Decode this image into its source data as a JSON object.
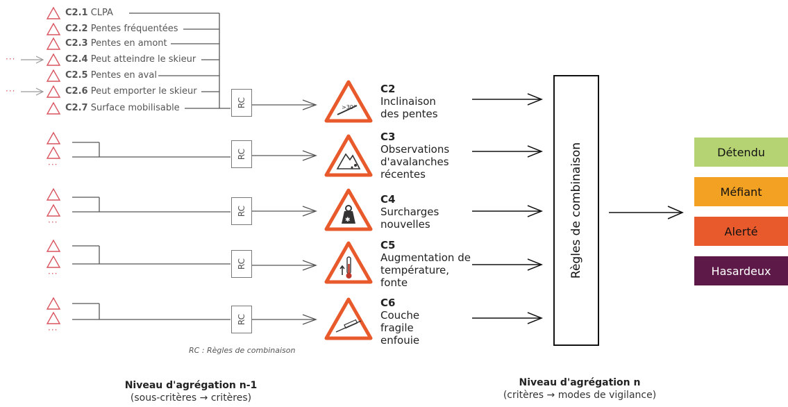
{
  "sub_criteria": [
    {
      "id": "C2.1",
      "label": "CLPA",
      "incoming": false
    },
    {
      "id": "C2.2",
      "label": "Pentes fréquentées",
      "incoming": false
    },
    {
      "id": "C2.3",
      "label": "Pentes en amont",
      "incoming": false
    },
    {
      "id": "C2.4",
      "label": "Peut atteindre le skieur",
      "incoming": true
    },
    {
      "id": "C2.5",
      "label": "Pentes en aval",
      "incoming": false
    },
    {
      "id": "C2.6",
      "label": "Peut emporter le skieur",
      "incoming": true
    },
    {
      "id": "C2.7",
      "label": "Surface mobilisable",
      "incoming": false
    }
  ],
  "ellipsis": "···",
  "rc_label": "RC",
  "rc_note": "RC : Règles de combinaison",
  "criteria": [
    {
      "id": "C2",
      "label": "Inclinaison des pentes",
      "sign_text": ">30°",
      "icon": "slope-icon"
    },
    {
      "id": "C3",
      "label": "Observations d'avalanches récentes",
      "icon": "avalanche-icon"
    },
    {
      "id": "C4",
      "label": "Surcharges nouvelles",
      "icon": "weight-snow-icon"
    },
    {
      "id": "C5",
      "label": "Augmentation de température, fonte",
      "icon": "thermometer-icon"
    },
    {
      "id": "C6",
      "label": "Couche fragile enfouie",
      "icon": "weak-layer-icon"
    }
  ],
  "combination_box": "Règles de combinaison",
  "modes": [
    {
      "label": "Détendu",
      "color": "#b6d373"
    },
    {
      "label": "Méfiant",
      "color": "#f2a122"
    },
    {
      "label": "Alerté",
      "color": "#e8592c"
    },
    {
      "label": "Hasardeux",
      "color": "#5d1a48"
    }
  ],
  "footer_left": {
    "title": "Niveau d'agrégation n-1",
    "subtitle": "(sous-critères  →  critères)"
  },
  "footer_right": {
    "title": "Niveau d'agrégation n",
    "subtitle": "(critères  →  modes de vigilance)"
  },
  "colors": {
    "sub_triangle": "#d8545e",
    "sign_border": "#e8592c"
  }
}
